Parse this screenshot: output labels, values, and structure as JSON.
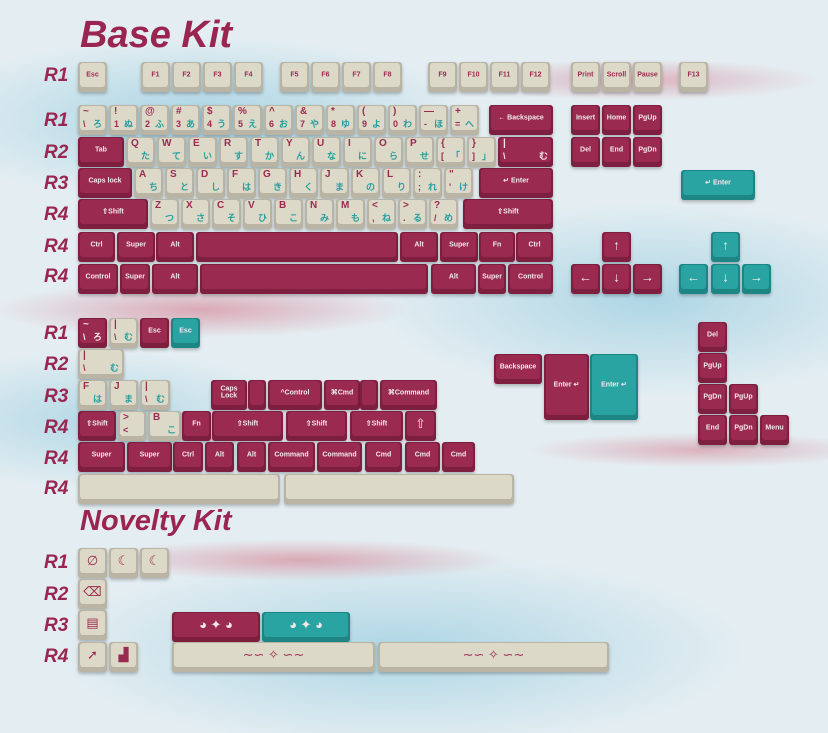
{
  "titles": {
    "base": "Base Kit",
    "novelty": "Novelty Kit"
  },
  "row_labels": [
    "R1",
    "R1",
    "R2",
    "R3",
    "R4",
    "R4",
    "R4",
    "R1",
    "R2",
    "R3",
    "R4",
    "R4",
    "R4",
    "R1",
    "R2",
    "R3",
    "R4"
  ],
  "colors": {
    "maroon": "#9b2a51",
    "cream": "#ddd9c8",
    "teal": "#2aa3a3"
  },
  "keys": [
    {
      "c": "cream",
      "l": "Esc"
    },
    {
      "c": "cream",
      "l": "F1"
    },
    {
      "c": "cream",
      "l": "F2"
    },
    {
      "c": "cream",
      "l": "F3"
    },
    {
      "c": "cream",
      "l": "F4"
    },
    {
      "c": "cream",
      "l": "F5"
    },
    {
      "c": "cream",
      "l": "F6"
    },
    {
      "c": "cream",
      "l": "F7"
    },
    {
      "c": "cream",
      "l": "F8"
    },
    {
      "c": "cream",
      "l": "F9"
    },
    {
      "c": "cream",
      "l": "F10"
    },
    {
      "c": "cream",
      "l": "F11"
    },
    {
      "c": "cream",
      "l": "F12"
    },
    {
      "c": "cream",
      "l": "Print"
    },
    {
      "c": "cream",
      "l": "Scroll"
    },
    {
      "c": "cream",
      "l": "Pause"
    },
    {
      "c": "cream",
      "l": "F13"
    },
    {
      "c": "cream",
      "t": "~",
      "b": "\\",
      "k": "ろ"
    },
    {
      "c": "cream",
      "t": "!",
      "b": "1",
      "k": "ぬ"
    },
    {
      "c": "cream",
      "t": "@",
      "b": "2",
      "k": "ふ"
    },
    {
      "c": "cream",
      "t": "#",
      "b": "3",
      "k": "あ"
    },
    {
      "c": "cream",
      "t": "$",
      "b": "4",
      "k": "う"
    },
    {
      "c": "cream",
      "t": "%",
      "b": "5",
      "k": "え"
    },
    {
      "c": "cream",
      "t": "^",
      "b": "6",
      "k": "お"
    },
    {
      "c": "cream",
      "t": "&",
      "b": "7",
      "k": "や"
    },
    {
      "c": "cream",
      "t": "*",
      "b": "8",
      "k": "ゆ"
    },
    {
      "c": "cream",
      "t": "(",
      "b": "9",
      "k": "よ"
    },
    {
      "c": "cream",
      "t": ")",
      "b": "0",
      "k": "わ"
    },
    {
      "c": "cream",
      "t": "—",
      "b": "-",
      "k": "ほ"
    },
    {
      "c": "cream",
      "t": "+",
      "b": "=",
      "k": "へ"
    },
    {
      "c": "maroon",
      "l": "← Backspace"
    },
    {
      "c": "maroon",
      "l": "Insert"
    },
    {
      "c": "maroon",
      "l": "Home"
    },
    {
      "c": "maroon",
      "l": "PgUp"
    },
    {
      "c": "maroon",
      "l": "Tab"
    },
    {
      "c": "cream",
      "t": "Q",
      "k": "た"
    },
    {
      "c": "cream",
      "t": "W",
      "k": "て"
    },
    {
      "c": "cream",
      "t": "E",
      "k": "い"
    },
    {
      "c": "cream",
      "t": "R",
      "k": "す"
    },
    {
      "c": "cream",
      "t": "T",
      "k": "か"
    },
    {
      "c": "cream",
      "t": "Y",
      "k": "ん"
    },
    {
      "c": "cream",
      "t": "U",
      "k": "な"
    },
    {
      "c": "cream",
      "t": "I",
      "k": "に"
    },
    {
      "c": "cream",
      "t": "O",
      "k": "ら"
    },
    {
      "c": "cream",
      "t": "P",
      "k": "せ"
    },
    {
      "c": "cream",
      "t": "{",
      "b": "[",
      "k": "「"
    },
    {
      "c": "cream",
      "t": "}",
      "b": "]",
      "k": "」"
    },
    {
      "c": "maroon",
      "t": "|",
      "b": "\\",
      "k": "む"
    },
    {
      "c": "maroon",
      "l": "Del"
    },
    {
      "c": "maroon",
      "l": "End"
    },
    {
      "c": "maroon",
      "l": "PgDn"
    },
    {
      "c": "maroon",
      "l": "Caps lock"
    },
    {
      "c": "cream",
      "t": "A",
      "k": "ち"
    },
    {
      "c": "cream",
      "t": "S",
      "k": "と"
    },
    {
      "c": "cream",
      "t": "D",
      "k": "し"
    },
    {
      "c": "cream",
      "t": "F",
      "k": "は"
    },
    {
      "c": "cream",
      "t": "G",
      "k": "き"
    },
    {
      "c": "cream",
      "t": "H",
      "k": "く"
    },
    {
      "c": "cream",
      "t": "J",
      "k": "ま"
    },
    {
      "c": "cream",
      "t": "K",
      "k": "の"
    },
    {
      "c": "cream",
      "t": "L",
      "k": "り"
    },
    {
      "c": "cream",
      "t": ":",
      "b": ";",
      "k": "れ"
    },
    {
      "c": "cream",
      "t": "\"",
      "b": "'",
      "k": "け"
    },
    {
      "c": "maroon",
      "l": "↵ Enter"
    },
    {
      "c": "teal",
      "l": "↵ Enter"
    },
    {
      "c": "maroon",
      "l": "⇧Shift"
    },
    {
      "c": "cream",
      "t": "Z",
      "k": "つ"
    },
    {
      "c": "cream",
      "t": "X",
      "k": "さ"
    },
    {
      "c": "cream",
      "t": "C",
      "k": "そ"
    },
    {
      "c": "cream",
      "t": "V",
      "k": "ひ"
    },
    {
      "c": "cream",
      "t": "B",
      "k": "こ"
    },
    {
      "c": "cream",
      "t": "N",
      "k": "み"
    },
    {
      "c": "cream",
      "t": "M",
      "k": "も"
    },
    {
      "c": "cream",
      "t": "<",
      "b": ",",
      "k": "ね"
    },
    {
      "c": "cream",
      "t": ">",
      "b": ".",
      "k": "る"
    },
    {
      "c": "cream",
      "t": "?",
      "b": "/",
      "k": "め"
    },
    {
      "c": "maroon",
      "l": "⇧Shift"
    },
    {
      "c": "maroon",
      "l": "Ctrl"
    },
    {
      "c": "maroon",
      "l": "Super"
    },
    {
      "c": "maroon",
      "l": "Alt"
    },
    {
      "c": "maroon",
      "l": ""
    },
    {
      "c": "maroon",
      "l": "Alt"
    },
    {
      "c": "maroon",
      "l": "Super"
    },
    {
      "c": "maroon",
      "l": "Fn"
    },
    {
      "c": "maroon",
      "l": "Ctrl"
    },
    {
      "c": "maroon",
      "l": "Control"
    },
    {
      "c": "maroon",
      "l": "Super"
    },
    {
      "c": "maroon",
      "l": "Alt"
    },
    {
      "c": "maroon",
      "l": ""
    },
    {
      "c": "maroon",
      "l": "Alt"
    },
    {
      "c": "maroon",
      "l": "Super"
    },
    {
      "c": "maroon",
      "l": "Control"
    },
    {
      "c": "maroon",
      "i": "↑"
    },
    {
      "c": "maroon",
      "i": "←"
    },
    {
      "c": "maroon",
      "i": "↓"
    },
    {
      "c": "maroon",
      "i": "→"
    },
    {
      "c": "teal",
      "i": "↑"
    },
    {
      "c": "teal",
      "i": "←"
    },
    {
      "c": "teal",
      "i": "↓"
    },
    {
      "c": "teal",
      "i": "→"
    },
    {
      "c": "maroon",
      "t": "~",
      "b": "\\",
      "k": "ろ"
    },
    {
      "c": "cream",
      "t": "|",
      "b": "\\",
      "k": "む"
    },
    {
      "c": "maroon",
      "l": "Esc"
    },
    {
      "c": "teal",
      "l": "Esc"
    },
    {
      "c": "cream",
      "t": "|",
      "b": "\\",
      "k": "む"
    },
    {
      "c": "cream",
      "t": "F",
      "k": "は"
    },
    {
      "c": "cream",
      "t": "J",
      "k": "ま"
    },
    {
      "c": "cream",
      "t": "|",
      "b": "\\",
      "k": "む"
    },
    {
      "c": "maroon",
      "l": "Caps Lock"
    },
    {
      "c": "maroon",
      "l": ""
    },
    {
      "c": "maroon",
      "l": "^Control"
    },
    {
      "c": "maroon",
      "l": "⌘Cmd"
    },
    {
      "c": "maroon",
      "l": ""
    },
    {
      "c": "maroon",
      "l": "⌘Command"
    },
    {
      "c": "maroon",
      "l": "⇧Shift"
    },
    {
      "c": "cream",
      "t": ">",
      "b": "<"
    },
    {
      "c": "cream",
      "t": "B",
      "k": "こ"
    },
    {
      "c": "maroon",
      "l": "Fn"
    },
    {
      "c": "maroon",
      "l": "⇧Shift"
    },
    {
      "c": "maroon",
      "l": "⇧Shift"
    },
    {
      "c": "maroon",
      "l": "⇧Shift"
    },
    {
      "c": "maroon",
      "i": "⇧"
    },
    {
      "c": "maroon",
      "l": "Super"
    },
    {
      "c": "maroon",
      "l": "Super"
    },
    {
      "c": "maroon",
      "l": "Ctrl"
    },
    {
      "c": "maroon",
      "l": "Alt"
    },
    {
      "c": "maroon",
      "l": "Alt"
    },
    {
      "c": "maroon",
      "l": "Command"
    },
    {
      "c": "maroon",
      "l": "Command"
    },
    {
      "c": "maroon",
      "l": "Cmd"
    },
    {
      "c": "maroon",
      "l": "Cmd"
    },
    {
      "c": "maroon",
      "l": "Cmd"
    },
    {
      "c": "cream",
      "l": ""
    },
    {
      "c": "cream",
      "l": ""
    },
    {
      "c": "maroon",
      "l": "Backspace"
    },
    {
      "c": "maroon",
      "l": "Enter ↵"
    },
    {
      "c": "teal",
      "l": "Enter ↵"
    },
    {
      "c": "maroon",
      "l": "Del"
    },
    {
      "c": "maroon",
      "l": "PgUp"
    },
    {
      "c": "maroon",
      "l": "PgDn"
    },
    {
      "c": "maroon",
      "l": "PgUp"
    },
    {
      "c": "maroon",
      "l": "End"
    },
    {
      "c": "maroon",
      "l": "PgDn"
    },
    {
      "c": "maroon",
      "l": "Menu"
    },
    {
      "c": "cream",
      "i": "∅"
    },
    {
      "c": "cream",
      "i": "☾"
    },
    {
      "c": "cream",
      "i": "☾"
    },
    {
      "c": "cream",
      "i": "⌫"
    },
    {
      "c": "cream",
      "i": "▤"
    },
    {
      "c": "maroon",
      "i": "◕ ✦ ◕"
    },
    {
      "c": "teal",
      "i": "◕ ✦ ◕"
    },
    {
      "c": "cream",
      "i": "➚"
    },
    {
      "c": "cream",
      "i": "▟"
    },
    {
      "c": "cream",
      "i": "∼∽ ✧ ∽∼"
    },
    {
      "c": "cream",
      "i": "∼∽ ✧ ∽∼"
    }
  ]
}
